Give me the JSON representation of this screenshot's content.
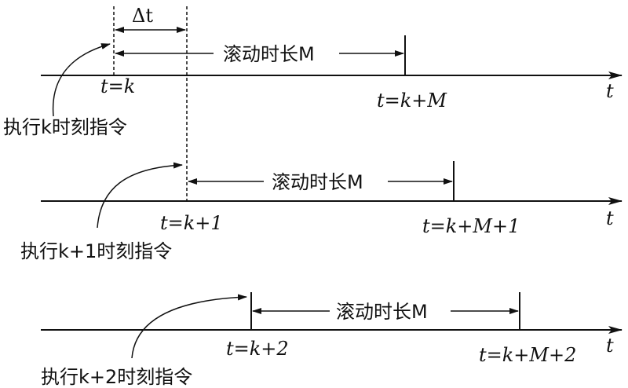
{
  "diagram": {
    "delta_label": "Δt",
    "rows": [
      {
        "axis_label": "t",
        "start_label": "t=k",
        "end_label": "t=k+M",
        "span_label": "滚动时长M",
        "exec_label": "执行k时刻指令"
      },
      {
        "axis_label": "t",
        "start_label": "t=k+1",
        "end_label": "t=k+M+1",
        "span_label": "滚动时长M",
        "exec_label": "执行k+1时刻指令"
      },
      {
        "axis_label": "t",
        "start_label": "t=k+2",
        "end_label": "t=k+M+2",
        "span_label": "滚动时长M",
        "exec_label": "执行k+2时刻指令"
      }
    ],
    "colors": {
      "ink": "#111111",
      "background": "#ffffff"
    }
  }
}
